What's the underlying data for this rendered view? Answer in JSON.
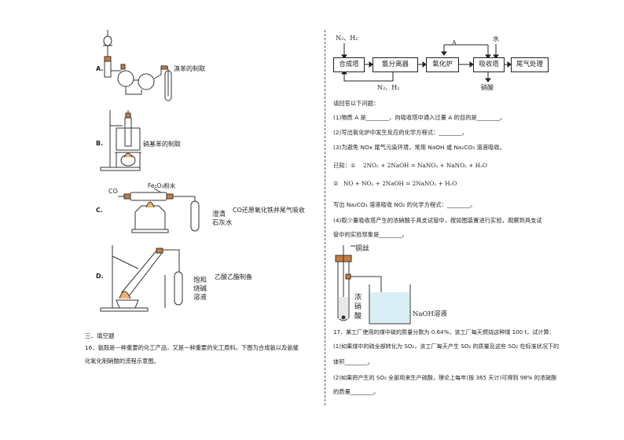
{
  "left": {
    "apparatus": [
      {
        "option": "A.",
        "caption": "溴苯的制取"
      },
      {
        "option": "B.",
        "caption": "硝基苯的制取"
      },
      {
        "option": "C.",
        "caption": "CO还原氧化铁并尾气吸收",
        "label_co": "CO",
        "label_powder": "Fe₂O₃粉末",
        "label_limewater": "澄清\n石灰水"
      },
      {
        "option": "D.",
        "caption": "乙酸乙酯制备",
        "label_solution": "饱和\n烧碱\n溶液"
      }
    ],
    "section_title": "三、填空题",
    "q16_line1": "16．氨既是一种重要的化工产品，又是一种重要的化工原料。下图为合成氨以及氨催",
    "q16_line2": "化氧化制硝酸的流程示意图。"
  },
  "right": {
    "flow": {
      "input_top_left": "N₂、H₂",
      "input_a": "A",
      "input_water": "水",
      "boxes": [
        "合成塔",
        "氨分离器",
        "氧化炉",
        "吸收塔",
        "尾气处理"
      ],
      "recycle_label": "N₂、H₂",
      "product": "硝酸"
    },
    "q16_intro": "请回答以下问题：",
    "q16_1": "(1)物质 A 是________，向吸收塔中通入过量 A 的目的是________。",
    "q16_2": "(2)写出氧化炉中发生反应的化学方程式：________。",
    "q16_3": "(3)为避免 NOx 尾气污染环境，常用 NaOH 或 Na₂CO₃ 溶液吸收。",
    "known_label": "已知：①",
    "eq1": "2NO₂ + 2NaOH = NaNO₃ + NaNO₂ + H₂O",
    "eq2_label": "②",
    "eq2": "NO + NO₂ + 2NaOH = 2NaNO₂ + H₂O",
    "q16_3b": "写出 Na₂CO₃ 溶液吸收 NO₂ 的化学方程式：________。",
    "q16_4a": "(4)取少量吸收塔产生的浓硝酸于具支试管中，按如图装置进行实验，观察到具支试",
    "q16_4b": "管中的实验现象是________。",
    "fig_copper": "铜丝",
    "fig_acid": "浓\n硝\n酸",
    "fig_naoh": "NaOH溶液",
    "q17_1": "17．某工厂使用的煤中硫的质量分数为 0.64%，该工厂每天燃烧这种煤 100 t，试计算：",
    "q17_2": "(1)如果煤中的硫全部转化为 SO₂，该工厂每天产生 SO₂ 的质量及这些 SO₂ 在标准状况下的",
    "q17_3": "体积________。",
    "q17_4": "(2)如果把产生的 SO₂ 全部用来生产硫酸，理论上每年(按 365 天计)可得到 98% 的浓硫酸",
    "q17_5": "的质量________。"
  }
}
